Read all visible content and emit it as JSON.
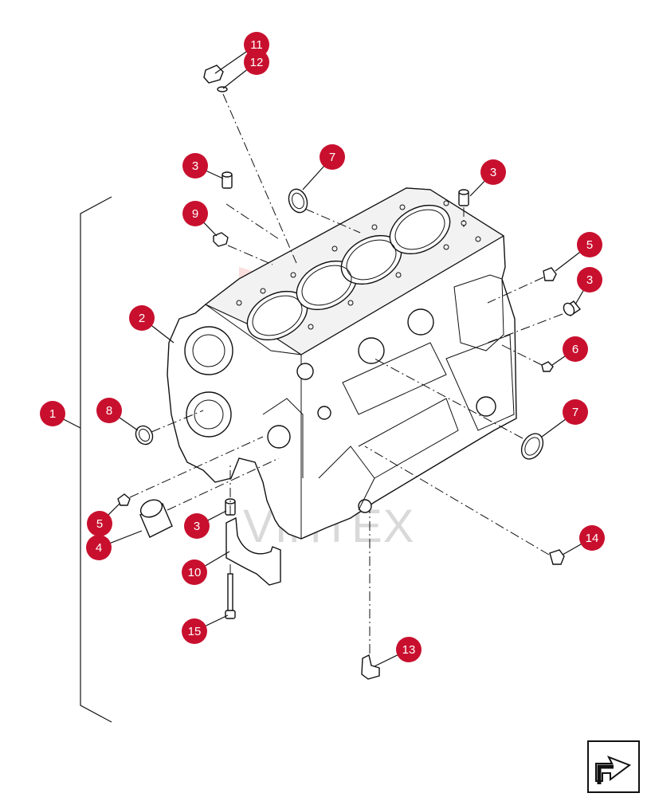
{
  "diagram": {
    "watermark": "VIHTEX",
    "callout_color": "#c8102e",
    "callouts": [
      {
        "id": "c11",
        "label": "11"
      },
      {
        "id": "c12",
        "label": "12"
      },
      {
        "id": "c3a",
        "label": "3"
      },
      {
        "id": "c7a",
        "label": "7"
      },
      {
        "id": "c3b",
        "label": "3"
      },
      {
        "id": "c9",
        "label": "9"
      },
      {
        "id": "c5a",
        "label": "5"
      },
      {
        "id": "c3c",
        "label": "3"
      },
      {
        "id": "c2",
        "label": "2"
      },
      {
        "id": "c6",
        "label": "6"
      },
      {
        "id": "c1",
        "label": "1"
      },
      {
        "id": "c8",
        "label": "8"
      },
      {
        "id": "c7b",
        "label": "7"
      },
      {
        "id": "c5b",
        "label": "5"
      },
      {
        "id": "c3d",
        "label": "3"
      },
      {
        "id": "c4",
        "label": "4"
      },
      {
        "id": "c14",
        "label": "14"
      },
      {
        "id": "c10",
        "label": "10"
      },
      {
        "id": "c15",
        "label": "15"
      },
      {
        "id": "c13",
        "label": "13"
      }
    ],
    "nav_icon": "next-page-arrow-icon"
  }
}
